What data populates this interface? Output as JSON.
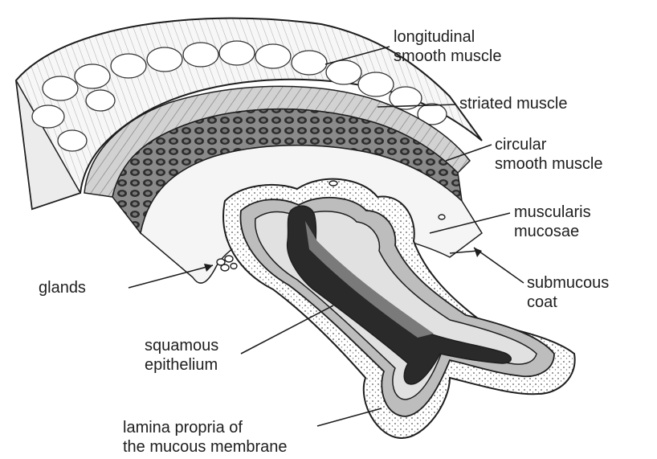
{
  "labels": {
    "longitudinal": [
      "longitudinal",
      "smooth muscle"
    ],
    "striated": [
      "striated muscle"
    ],
    "circular": [
      "circular",
      "smooth muscle"
    ],
    "muscularis": [
      "muscularis",
      "mucosae"
    ],
    "submucous": [
      "submucous",
      "coat"
    ],
    "glands": [
      "glands"
    ],
    "squamous": [
      "squamous",
      "epithelium"
    ],
    "lamina": [
      "lamina propria of",
      "the mucous membrane"
    ]
  },
  "colors": {
    "ink": "#1e1e1e",
    "paper": "#ffffff",
    "light_tissue": "#f2f2f2",
    "mid_tissue": "#b9b9b9",
    "dark_tissue": "#555555",
    "lumen": "#2a2a2a"
  }
}
